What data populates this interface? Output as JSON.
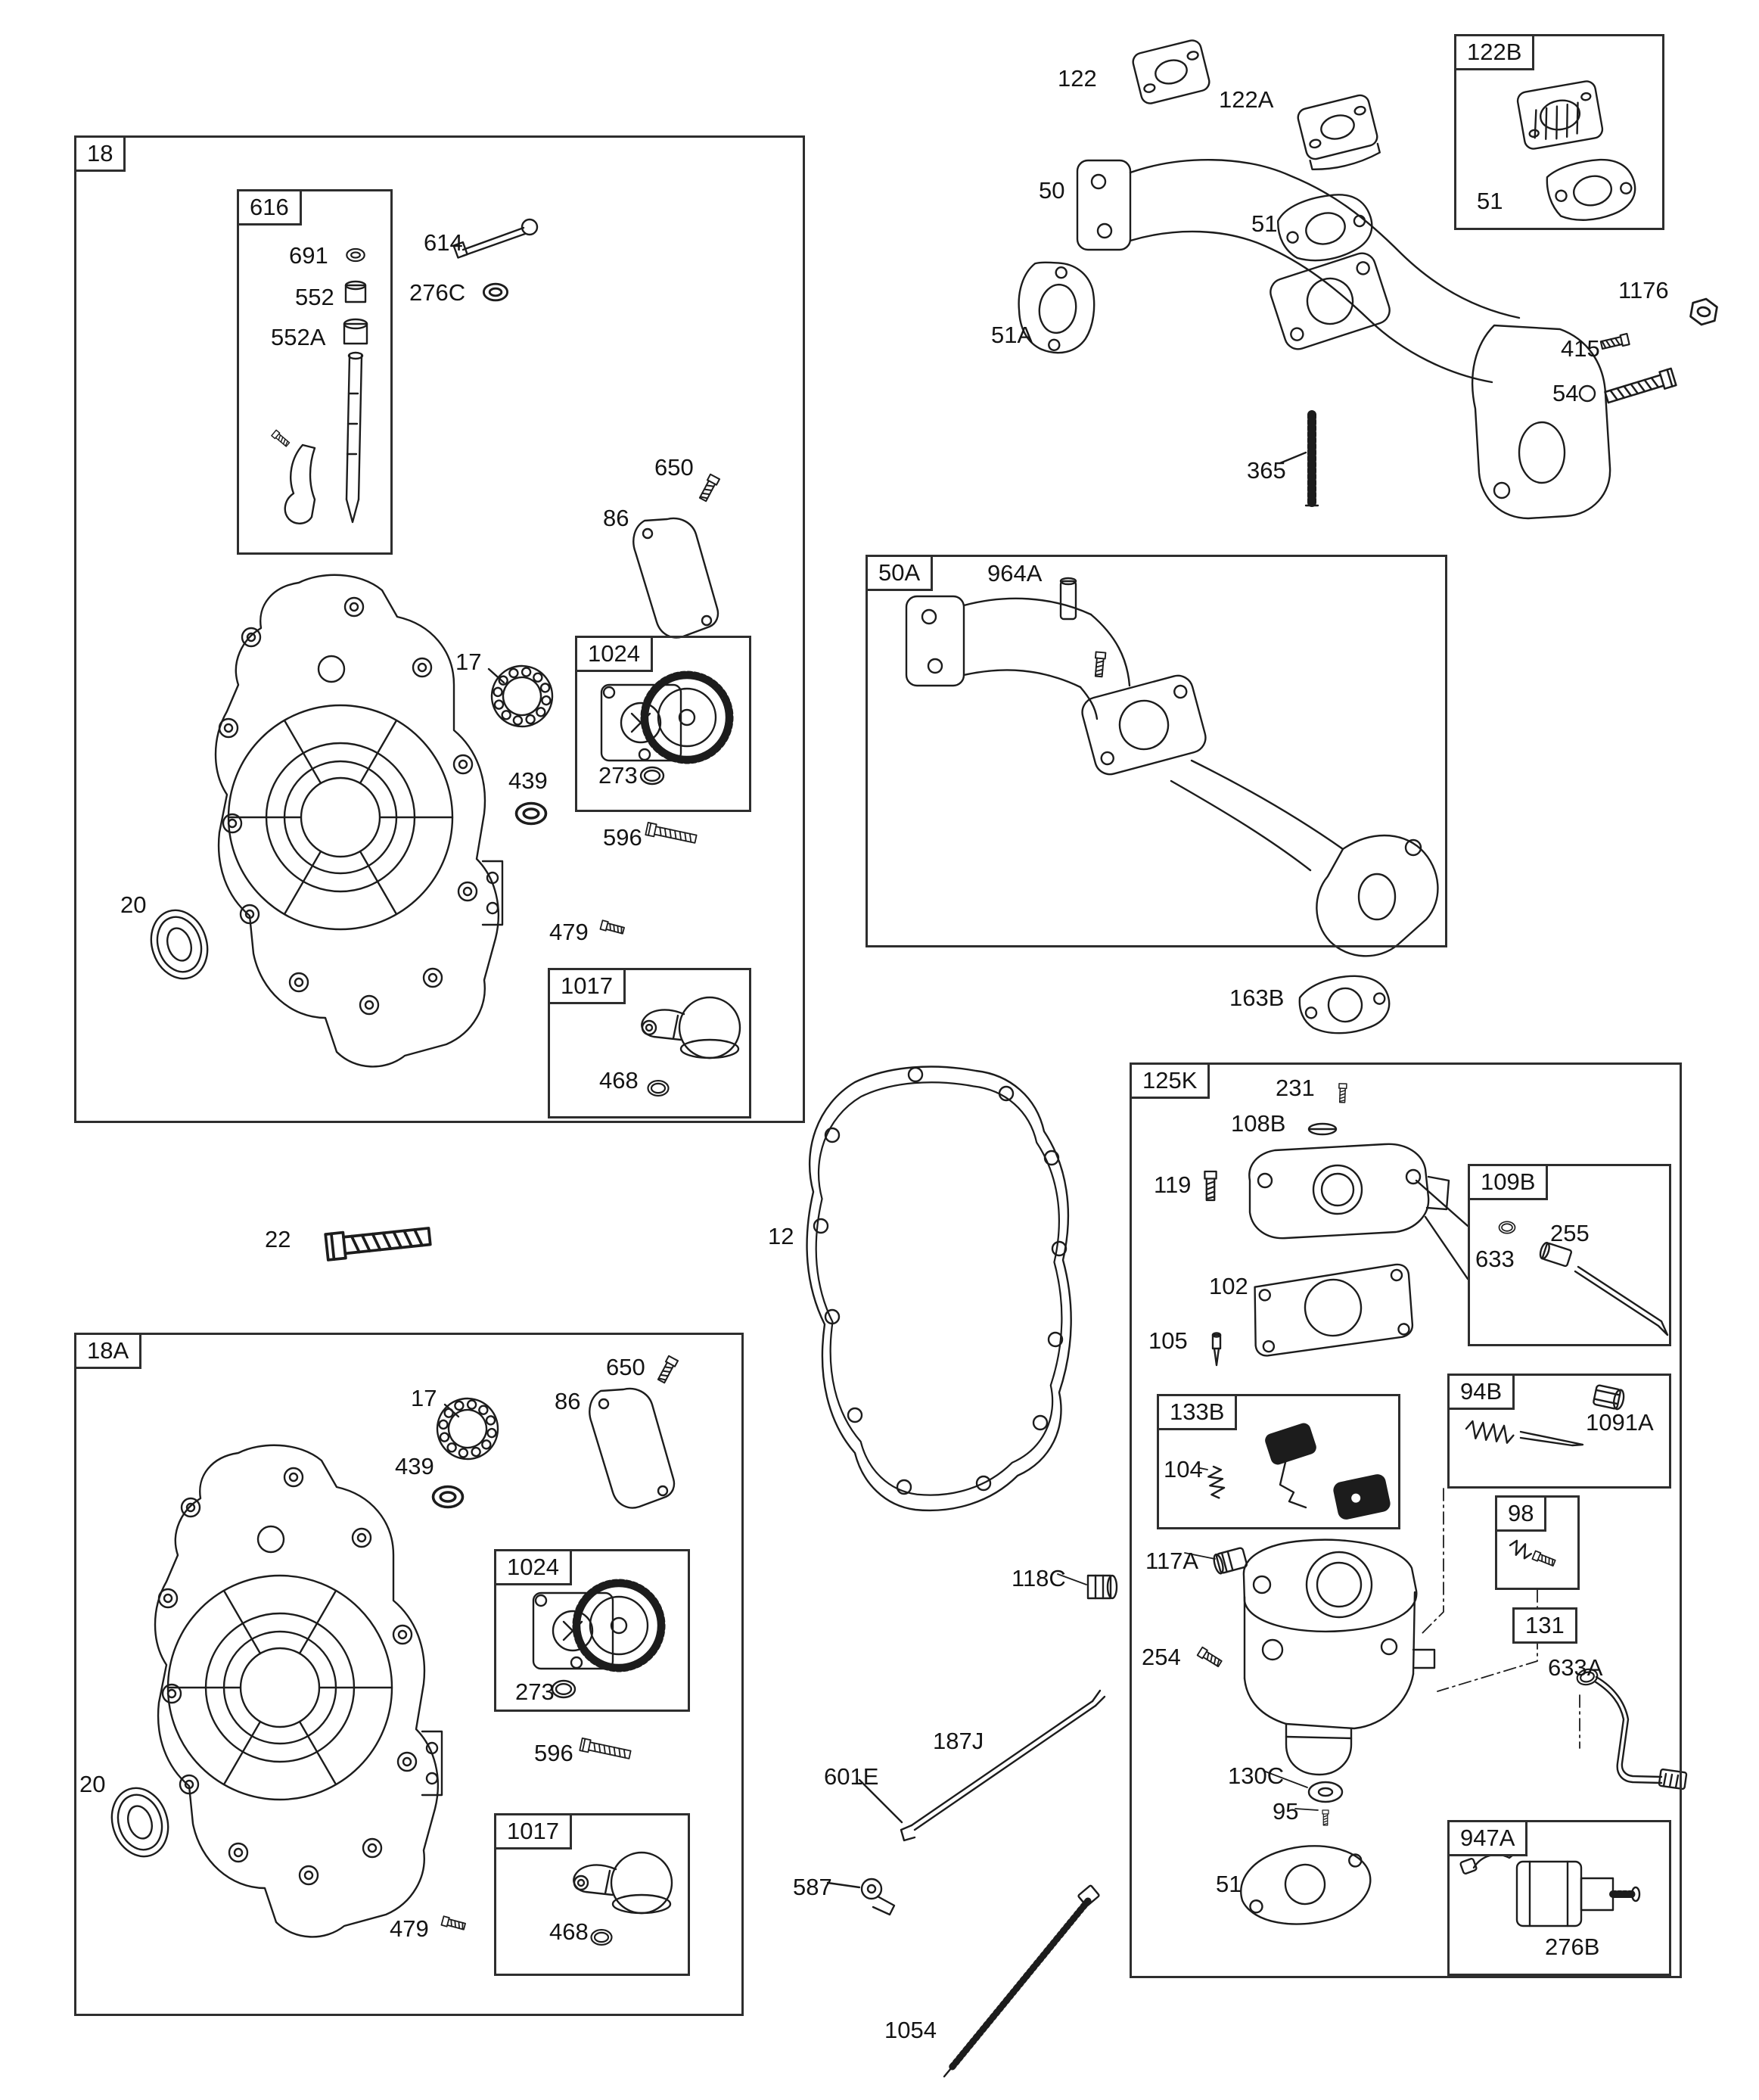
{
  "page": {
    "background": "#ffffff",
    "line_color": "#1c1c1c"
  },
  "boxes": {
    "b18": "18",
    "b616": "616",
    "b1024a": "1024",
    "b1017a": "1017",
    "b122B": "122B",
    "b50A": "50A",
    "b125K": "125K",
    "b109B": "109B",
    "b94B": "94B",
    "b98": "98",
    "b131": "131",
    "b133B": "133B",
    "b947A": "947A",
    "b18A": "18A",
    "b1024b": "1024",
    "b1017b": "1017"
  },
  "callouts": {
    "c691": "691",
    "c552": "552",
    "c552A": "552A",
    "c614": "614",
    "c276C": "276C",
    "c650a": "650",
    "c86a": "86",
    "c17a": "17",
    "c439a": "439",
    "c273a": "273",
    "c596a": "596",
    "c20a": "20",
    "c479a": "479",
    "c468a": "468",
    "c122": "122",
    "c122A": "122A",
    "c51_122B": "51",
    "c50": "50",
    "c51_50": "51",
    "c51A": "51A",
    "c1176": "1176",
    "c415": "415",
    "c54": "54",
    "c365": "365",
    "c964A": "964A",
    "c163B": "163B",
    "c22": "22",
    "c12": "12",
    "c231": "231",
    "c108B": "108B",
    "c119": "119",
    "c255": "255",
    "c633": "633",
    "c102": "102",
    "c105": "105",
    "c104": "104",
    "c1091A": "1091A",
    "c117A": "117A",
    "c118C": "118C",
    "c254": "254",
    "c633A": "633A",
    "c130C": "130C",
    "c95": "95",
    "c51_bot": "51",
    "c276B": "276B",
    "c601E": "601E",
    "c187J": "187J",
    "c587": "587",
    "c1054": "1054",
    "c650b": "650",
    "c86b": "86",
    "c17b": "17",
    "c439b": "439",
    "c273b": "273",
    "c596b": "596",
    "c20b": "20",
    "c479b": "479",
    "c468b": "468"
  }
}
